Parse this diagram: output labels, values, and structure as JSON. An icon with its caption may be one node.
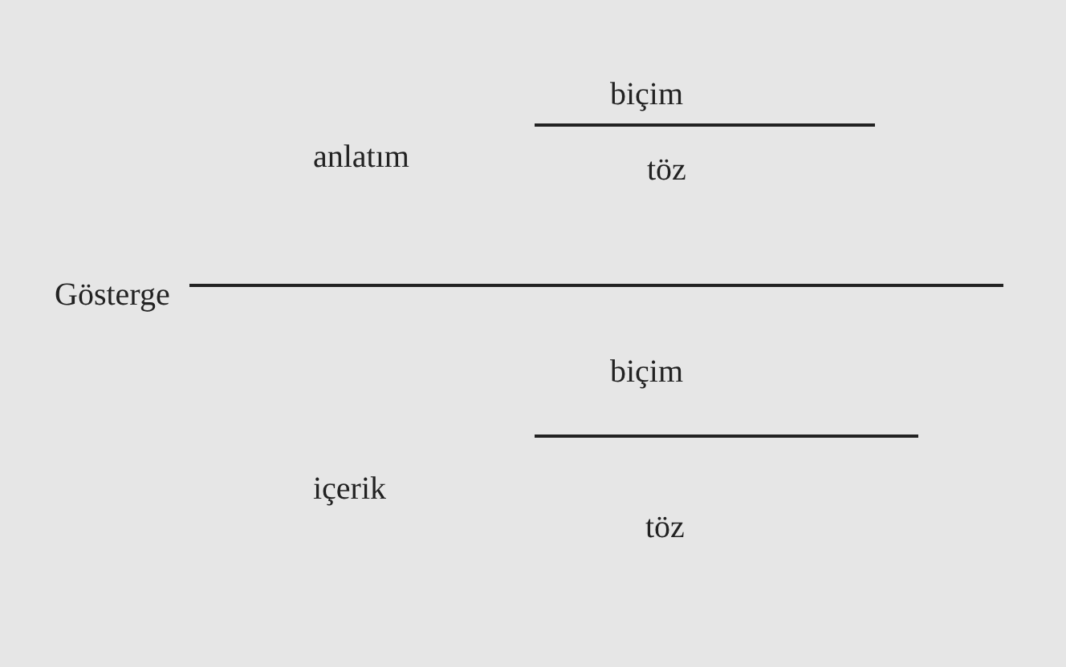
{
  "diagram": {
    "labels": [
      "biçim",
      "anlatım",
      "töz",
      "Gösterge",
      "biçim",
      "içerik",
      "töz"
    ]
  }
}
